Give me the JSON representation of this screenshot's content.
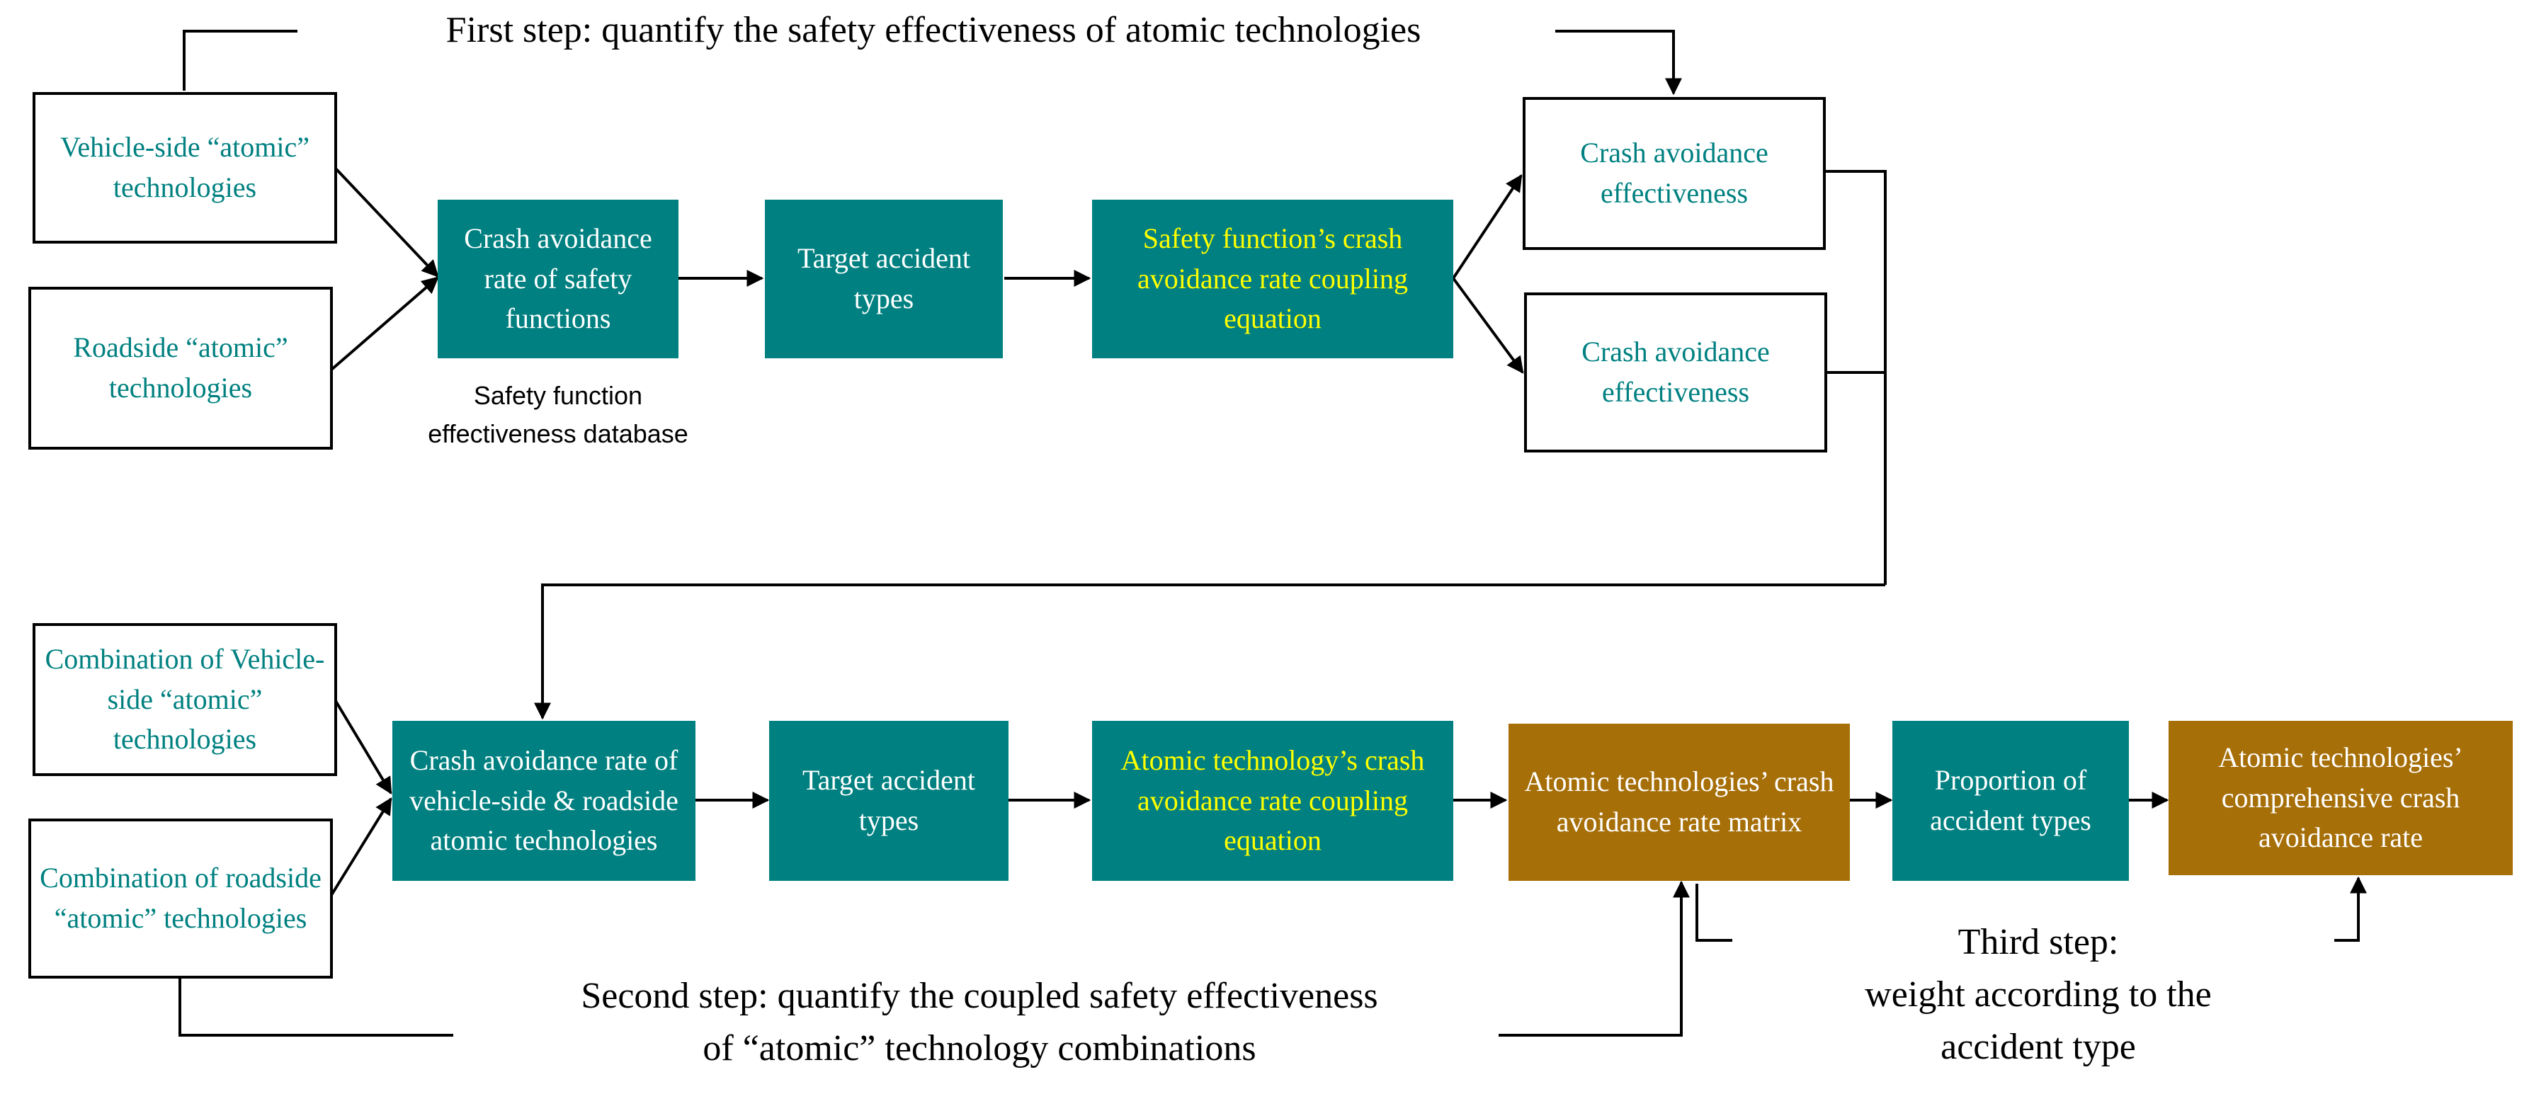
{
  "colors": {
    "teal": "#008080",
    "gold": "#a66f08",
    "highlight_text": "#ffff00",
    "outline_text": "#008080",
    "line": "#000000"
  },
  "step1": {
    "label": "First step: quantify the safety effectiveness of atomic technologies",
    "vehicle_side": "Vehicle-side “atomic” technologies",
    "roadside": "Roadside “atomic” technologies",
    "safety_function_rate": "Crash avoidance rate of safety functions",
    "database_label": "Safety function effectiveness database",
    "target_types": "Target accident types",
    "coupling_equation": "Safety function’s crash avoidance rate coupling equation",
    "effectiveness_a": "Crash avoidance effectiveness",
    "effectiveness_b": "Crash avoidance effectiveness"
  },
  "step2": {
    "label_line1": "Second step: quantify the coupled safety effectiveness",
    "label_line2": "of “atomic” technology combinations",
    "combo_vehicle": "Combination of Vehicle-side “atomic” technologies",
    "combo_roadside": "Combination of roadside “atomic” technologies",
    "combined_rate": "Crash avoidance rate of vehicle-side & roadside atomic technologies",
    "target_types": "Target accident types",
    "coupling_equation": "Atomic technology’s crash avoidance rate coupling equation",
    "matrix": "Atomic technologies’ crash avoidance rate matrix"
  },
  "step3": {
    "label_line1": "Third step:",
    "label_line2": "weight according to the",
    "label_line3": "accident type",
    "proportion": "Proportion of accident types",
    "comprehensive": "Atomic technologies’ comprehensive crash avoidance rate"
  }
}
